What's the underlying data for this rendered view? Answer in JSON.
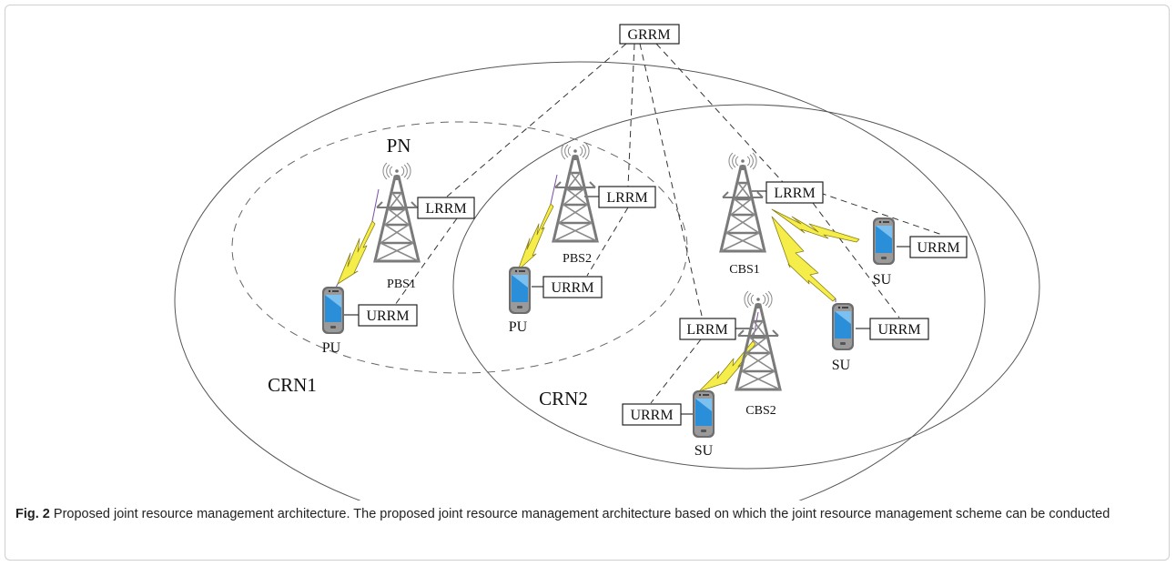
{
  "diagram": {
    "gateway": "GRRM",
    "network_labels": {
      "primary": "PN",
      "crn1": "CRN1",
      "crn2": "CRN2"
    },
    "base_stations": {
      "pbs1": "PBS1",
      "pbs2": "PBS2",
      "cbs1": "CBS1",
      "cbs2": "CBS2"
    },
    "local_managers": {
      "pbs1": "LRRM",
      "pbs2": "LRRM",
      "cbs1": "LRRM",
      "cbs2": "LRRM"
    },
    "user_managers": {
      "pu1": "URRM",
      "pu2": "URRM",
      "su1": "URRM",
      "su2": "URRM",
      "su3": "URRM"
    },
    "users": {
      "pu1": "PU",
      "pu2": "PU",
      "su1": "SU",
      "su2": "SU",
      "su3": "SU"
    },
    "colors": {
      "lightning": "#f5ee4a",
      "lightning_stroke": "#8a7d10",
      "tower": "#7a7a7a",
      "phone_screen": "#2a8fd8",
      "ellipse": "#555555"
    }
  },
  "caption": {
    "label": "Fig. 2",
    "text": " Proposed joint resource management architecture. The proposed joint resource management architecture based on which the joint resource management scheme can be conducted"
  }
}
